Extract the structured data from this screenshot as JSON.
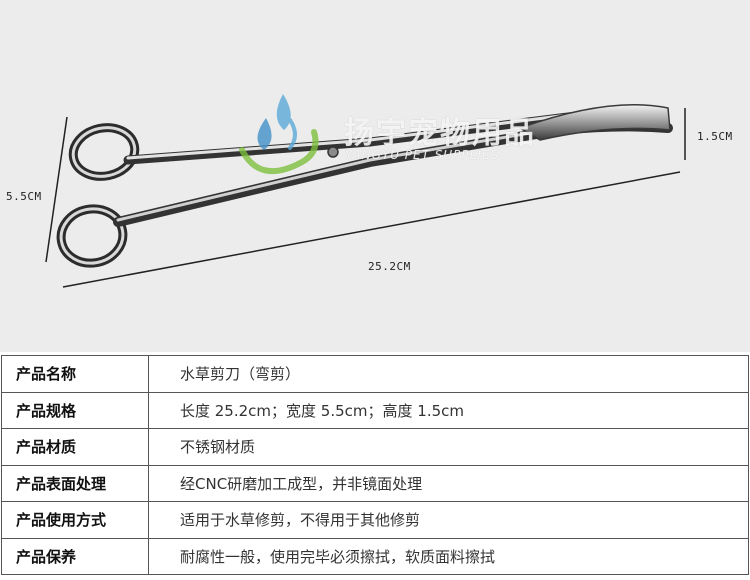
{
  "figure": {
    "dimensions": {
      "length": "25.2CM",
      "width": "5.5CM",
      "height": "1.5CM"
    },
    "watermark": {
      "cn": "扬宇宠物用品",
      "en": "YANGYU PET SUPPLIES"
    }
  },
  "spec_table": {
    "rows": [
      {
        "label": "产品名称",
        "value": "水草剪刀（弯剪）"
      },
      {
        "label": "产品规格",
        "value": "长度 25.2cm；宽度 5.5cm；高度 1.5cm"
      },
      {
        "label": "产品材质",
        "value": "不锈钢材质"
      },
      {
        "label": "产品表面处理",
        "value": "经CNC研磨加工成型，并非镜面处理"
      },
      {
        "label": "产品使用方式",
        "value": "适用于水草修剪，不得用于其他修剪"
      },
      {
        "label": "产品保养",
        "value": "耐腐性一般，使用完毕必须擦拭，软质面料擦拭"
      }
    ]
  }
}
